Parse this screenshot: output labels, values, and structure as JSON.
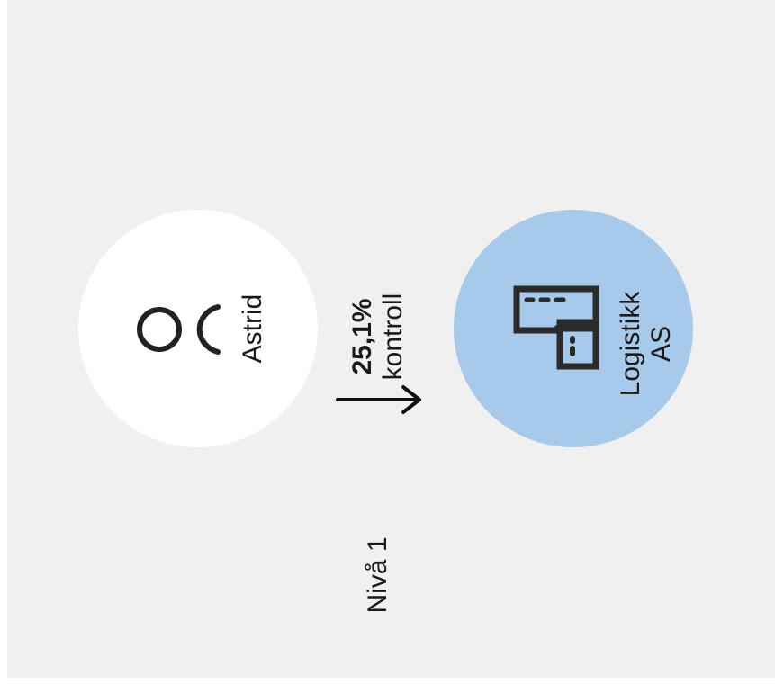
{
  "nodes": {
    "person": {
      "label": "Astrid",
      "initials_icon": "OC-initials-icon"
    },
    "company": {
      "label_line1": "Logistikk",
      "label_line2": "AS",
      "icon": "building-icon"
    }
  },
  "edge": {
    "percentage": "25,1%",
    "description": "kontroll",
    "icon": "arrow-icon"
  },
  "level": {
    "label": "Nivå 1"
  },
  "colors": {
    "background": "#f0f0f0",
    "person_fill": "#ffffff",
    "company_fill": "#a7c9ea",
    "ink": "#1a1a1a"
  }
}
